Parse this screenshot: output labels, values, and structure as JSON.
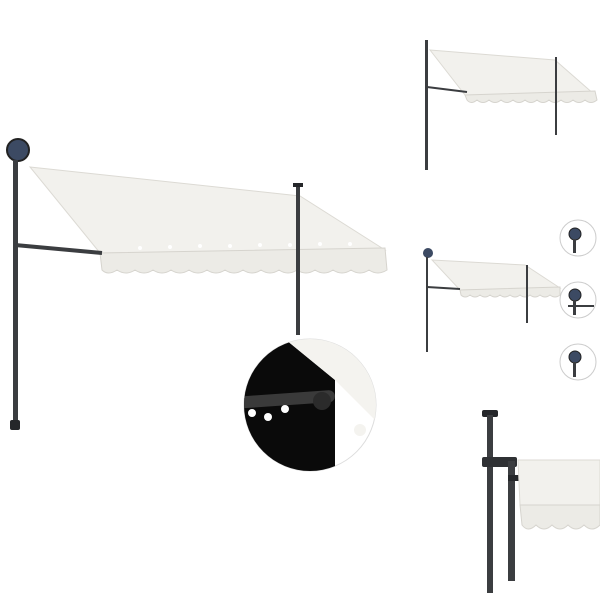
{
  "image": {
    "background": "#ffffff",
    "colors": {
      "canopy": "#f2f1ed",
      "canopy_shade": "#e3e1db",
      "frame": "#3b3d40",
      "frame_dark": "#25272a",
      "led": "#ffffff",
      "solar_panel": "#3c4a63"
    },
    "panels": [
      {
        "name": "main-product-view"
      },
      {
        "name": "thumbnail-side-view"
      },
      {
        "name": "thumbnail-small-view"
      },
      {
        "name": "led-closeup-detail"
      },
      {
        "name": "solar-light-detail-1"
      },
      {
        "name": "solar-light-detail-2"
      },
      {
        "name": "solar-light-detail-3"
      },
      {
        "name": "pole-bracket-detail"
      }
    ]
  }
}
